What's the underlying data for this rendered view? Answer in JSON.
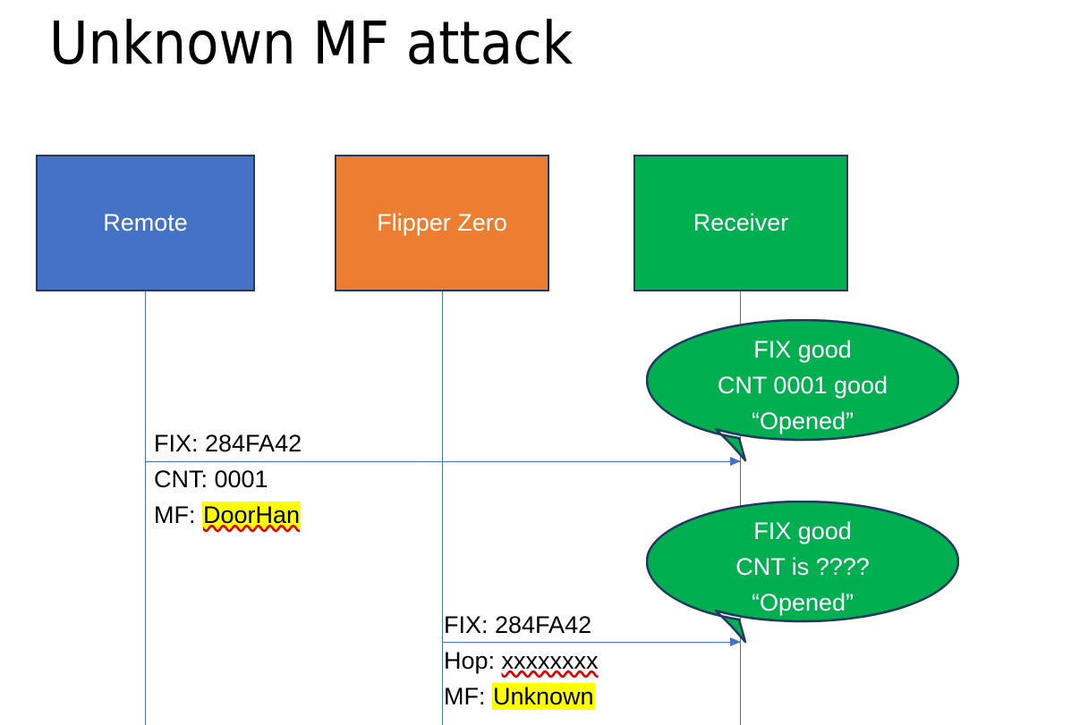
{
  "slide": {
    "title": "Unknown MF attack",
    "background": "#ffffff"
  },
  "colors": {
    "remote_fill": "#4472C4",
    "flipper_fill": "#ED7D31",
    "receiver_fill": "#00B050",
    "box_border": "#1F3864",
    "lifeline": "#4472C4",
    "arrow": "#4472C4",
    "highlight": "#FFFF00",
    "spellcheck_underline": "#E00000",
    "text": "#000000",
    "box_label_text": "#FFFFFF"
  },
  "actors": [
    {
      "id": "remote",
      "label": "Remote"
    },
    {
      "id": "flipper",
      "label": "Flipper Zero"
    },
    {
      "id": "receiver",
      "label": "Receiver"
    }
  ],
  "messages": [
    {
      "id": "msg1",
      "from": "remote",
      "to": "receiver",
      "line1": "FIX: 284FA42",
      "line2": "CNT: 0001",
      "line3_prefix": "MF: ",
      "line3_value": "DoorHan",
      "line3_highlighted": true,
      "line3_spellchecked": true
    },
    {
      "id": "msg2",
      "from": "flipper",
      "to": "receiver",
      "line1": "FIX: 284FA42",
      "line2_prefix": "Hop: ",
      "line2_value": "xxxxxxxx",
      "line2_spellchecked": true,
      "line3_prefix": "MF: ",
      "line3_value": "Unknown",
      "line3_highlighted": true
    }
  ],
  "bubbles": [
    {
      "id": "bubble-1",
      "line1": "FIX good",
      "line2": "CNT 0001 good",
      "line3": "“Opened”"
    },
    {
      "id": "bubble-2",
      "line1": "FIX good",
      "line2": "CNT is ????",
      "line3": "“Opened”"
    }
  ]
}
